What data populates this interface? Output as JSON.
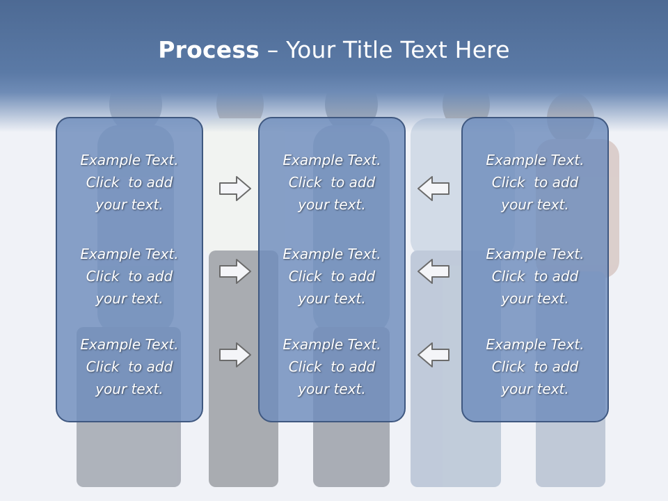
{
  "slide": {
    "title_bold": "Process",
    "title_rest": " – Your Title Text Here"
  },
  "columns": [
    {
      "items": [
        {
          "l1": "Example Text.",
          "l2": "Click  to add",
          "l3": "your text."
        },
        {
          "l1": "Example Text.",
          "l2": "Click  to add",
          "l3": "your text."
        },
        {
          "l1": "Example Text.",
          "l2": "Click  to add",
          "l3": "your text."
        }
      ]
    },
    {
      "items": [
        {
          "l1": "Example Text.",
          "l2": "Click  to add",
          "l3": "your text."
        },
        {
          "l1": "Example Text.",
          "l2": "Click  to add",
          "l3": "your text."
        },
        {
          "l1": "Example Text.",
          "l2": "Click  to add",
          "l3": "your text."
        }
      ]
    },
    {
      "items": [
        {
          "l1": "Example Text.",
          "l2": "Click  to add",
          "l3": "your text."
        },
        {
          "l1": "Example Text.",
          "l2": "Click  to add",
          "l3": "your text."
        },
        {
          "l1": "Example Text.",
          "l2": "Click  to add",
          "l3": "your text."
        }
      ]
    }
  ],
  "arrows": {
    "left_group": "arrow-right-icon",
    "right_group": "arrow-left-icon"
  },
  "colors": {
    "header": "#5b7aa6",
    "box_fill": "#6e8cbc",
    "box_border": "#3f5880"
  }
}
